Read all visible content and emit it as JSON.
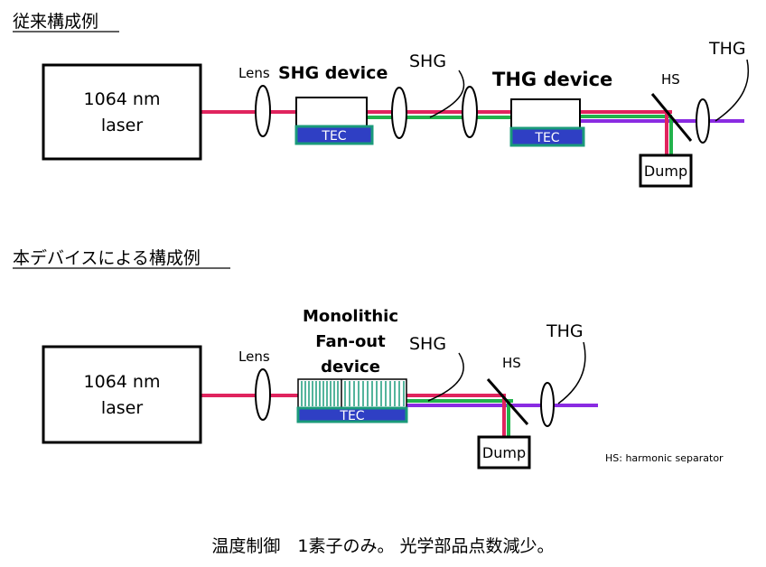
{
  "conventional": {
    "heading": "従来構成例",
    "laser_line1": "1064 nm",
    "laser_line2": "laser",
    "lens_label": "Lens",
    "shg_device_label": "SHG device",
    "shg_label": "SHG",
    "thg_device_label": "THG device",
    "hs_label": "HS",
    "thg_label": "THG",
    "tec1_label": "TEC",
    "tec2_label": "TEC",
    "dump_label": "Dump"
  },
  "proposed": {
    "heading": "本デバイスによる構成例",
    "laser_line1": "1064 nm",
    "laser_line2": "laser",
    "lens_label": "Lens",
    "device_line1": "Monolithic",
    "device_line2": "Fan-out",
    "device_line3": "device",
    "shg_label": "SHG",
    "hs_label": "HS",
    "thg_label": "THG",
    "tec_label": "TEC",
    "dump_label": "Dump",
    "legend_note": "HS: harmonic separator"
  },
  "footer_note": "温度制御　1素子のみ。 光学部品点数減少。",
  "colors": {
    "fundamental": "#e0245e",
    "shg": "#22b24c",
    "thg": "#8a2be2",
    "tec_fill": "#2f3fc4",
    "tec_border": "#1a9a7a",
    "fanout_stripe": "#1a9a7a"
  }
}
